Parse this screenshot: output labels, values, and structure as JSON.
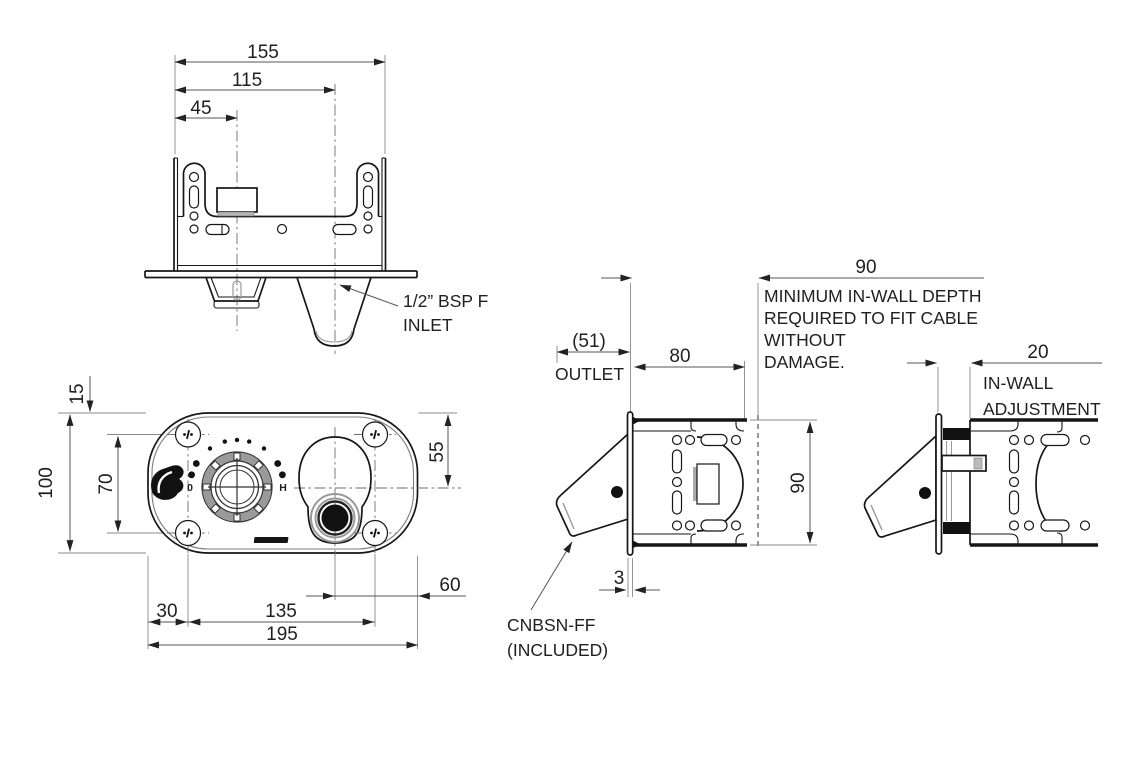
{
  "dims": {
    "top": {
      "overall": "155",
      "to_inlet": "115",
      "to_spout": "45"
    },
    "front": {
      "edge_to_screw_top": "15",
      "height": "100",
      "screws_vertical": "70",
      "top_to_centerline": "55",
      "edge_to_screw_left": "30",
      "screws_horizontal": "135",
      "width": "195",
      "centerline_to_edge": "60"
    },
    "side": {
      "min_wall_depth": "90",
      "outlet_projection": "(51)",
      "bracket_depth": "80",
      "bracket_height": "90",
      "plate_thickness": "3",
      "in_wall_adjustment": "20"
    }
  },
  "labels": {
    "inlet_l1": "1/2” BSP F",
    "inlet_l2": "INLET",
    "outlet": "OUTLET",
    "min_depth_l1": "MINIMUM IN-WALL DEPTH",
    "min_depth_l2": "REQUIRED TO FIT CABLE",
    "min_depth_l3": "WITHOUT",
    "min_depth_l4": "DAMAGE.",
    "adjustment_l1": "IN-WALL",
    "adjustment_l2": "ADJUSTMENT",
    "included_l1": "CNBSN-FF",
    "included_l2": "(INCLUDED)",
    "dial_min": "0",
    "dial_hot": "H"
  },
  "colors": {
    "line": "#161616",
    "dim_line": "#555555",
    "extension": "#888888",
    "accent_gray": "#9a9a9a",
    "background": "#ffffff"
  }
}
